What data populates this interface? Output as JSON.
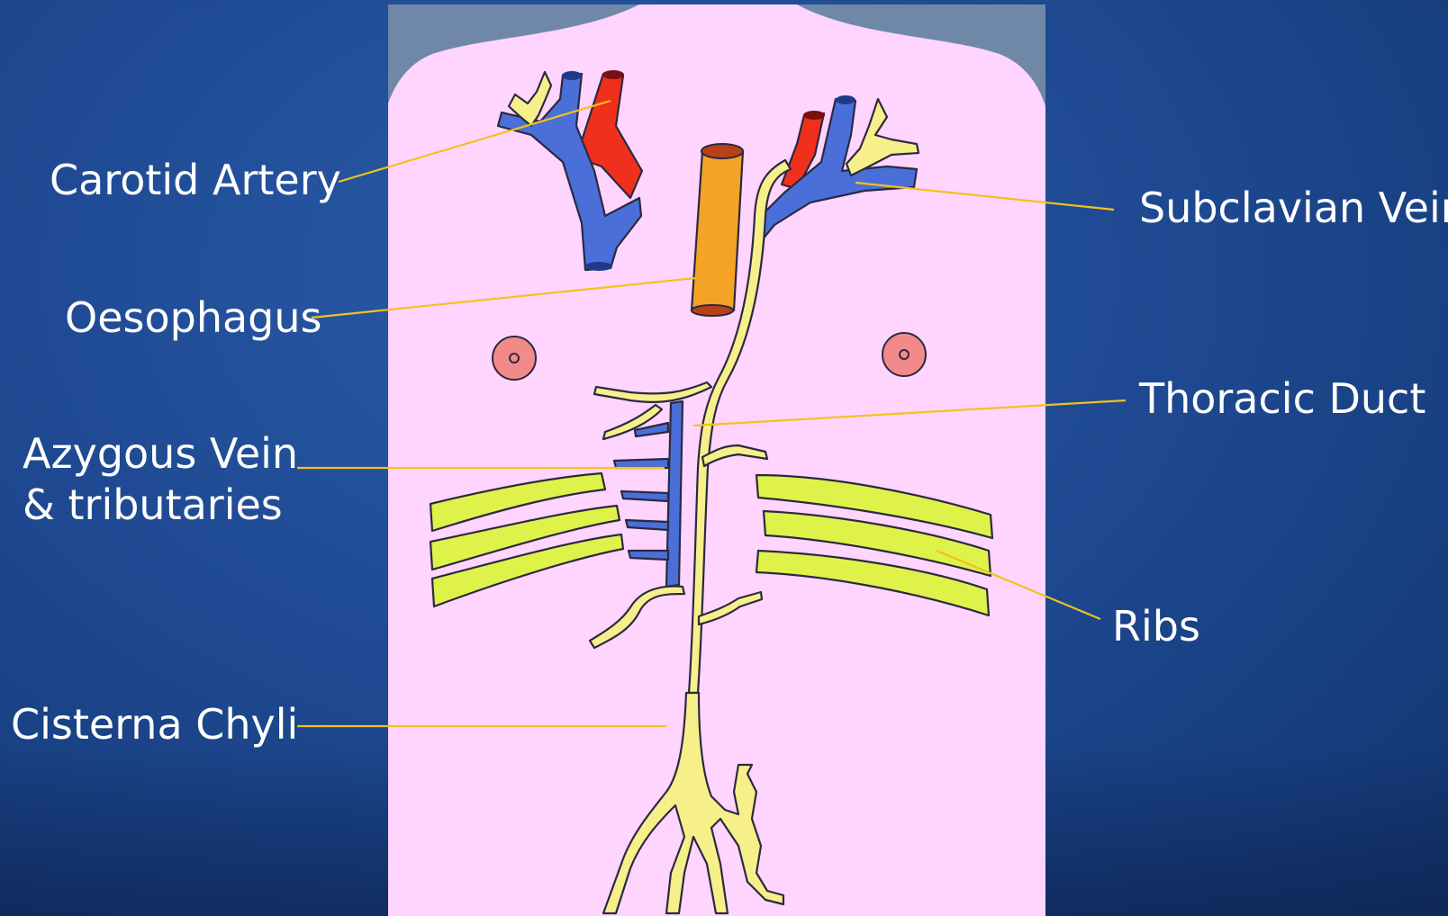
{
  "labels": {
    "carotid_artery": "Carotid Artery",
    "subclavian_vein": "Subclavian Vein",
    "oesophagus": "Oesophagus",
    "thoracic_duct": "Thoracic Duct",
    "azygous_vein_line1": "Azygous Vein",
    "azygous_vein_line2": "& tributaries",
    "ribs": "Ribs",
    "cisterna_chyli": "Cisterna Chyli"
  },
  "colors": {
    "background": "#1f4a93",
    "body": "#ffd4ff",
    "shoulders": "#6f88a8",
    "vein": "#4a6fd8",
    "artery": "#f0301c",
    "oesophagus": "#f5a326",
    "lymphatic": "#f7f08a",
    "ribs": "#dff24a",
    "nipple": "#f38a8a",
    "leader": "#f2c21a",
    "label_text": "#ffffff"
  }
}
